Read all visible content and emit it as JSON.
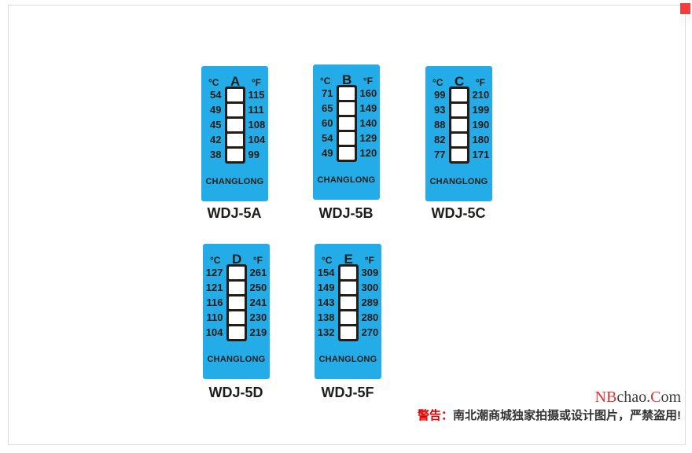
{
  "page": {
    "background_color": "#ffffff",
    "border_color": "#dcdcdc",
    "corner_marker_color": "#fa3b3b",
    "card_color": "#24ace8",
    "ink_color": "#241c16"
  },
  "cards": [
    {
      "model": "WDJ-5A",
      "letter": "A",
      "brand": "CHANGLONG",
      "celsius_unit": "°C",
      "fahrenheit_unit": "°F",
      "celsius": [
        "54",
        "49",
        "45",
        "42",
        "38"
      ],
      "fahrenheit": [
        "115",
        "111",
        "108",
        "104",
        "99"
      ]
    },
    {
      "model": "WDJ-5B",
      "letter": "B",
      "brand": "CHANGLONG",
      "celsius_unit": "°C",
      "fahrenheit_unit": "°F",
      "celsius": [
        "71",
        "65",
        "60",
        "54",
        "49"
      ],
      "fahrenheit": [
        "160",
        "149",
        "140",
        "129",
        "120"
      ]
    },
    {
      "model": "WDJ-5C",
      "letter": "C",
      "brand": "CHANGLONG",
      "celsius_unit": "°C",
      "fahrenheit_unit": "°F",
      "celsius": [
        "99",
        "93",
        "88",
        "82",
        "77"
      ],
      "fahrenheit": [
        "210",
        "199",
        "190",
        "180",
        "171"
      ]
    },
    {
      "model": "WDJ-5D",
      "letter": "D",
      "brand": "CHANGLONG",
      "celsius_unit": "°C",
      "fahrenheit_unit": "°F",
      "celsius": [
        "127",
        "121",
        "116",
        "110",
        "104"
      ],
      "fahrenheit": [
        "261",
        "250",
        "241",
        "230",
        "219"
      ]
    },
    {
      "model": "WDJ-5F",
      "letter": "E",
      "brand": "CHANGLONG",
      "celsius_unit": "°C",
      "fahrenheit_unit": "°F",
      "celsius": [
        "154",
        "149",
        "143",
        "138",
        "132"
      ],
      "fahrenheit": [
        "309",
        "300",
        "289",
        "280",
        "270"
      ]
    }
  ],
  "watermark": {
    "part1_red": "NB",
    "part2_dark": "chao.",
    "part3_red": "C",
    "part4_dark": "om",
    "red_color": "#e53333",
    "dark_color": "#3d3d3d"
  },
  "warning": {
    "label": "警告：",
    "text": "南北潮商城独家拍摄或设计图片，严禁盗用!",
    "label_color": "#e60000"
  }
}
